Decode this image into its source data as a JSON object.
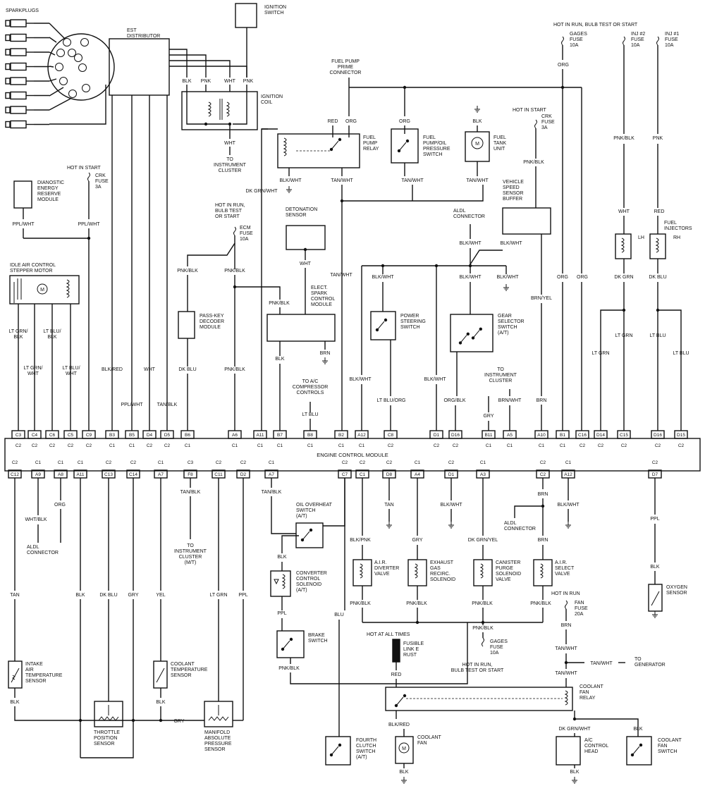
{
  "ecm": {
    "title": "ENGINE CONTROL MODULE",
    "top_pins": [
      {
        "pin": "C3",
        "conn": "C2"
      },
      {
        "pin": "C4",
        "conn": "C2"
      },
      {
        "pin": "C6",
        "conn": "C2"
      },
      {
        "pin": "C5",
        "conn": "C2"
      },
      {
        "pin": "C9",
        "conn": "C2"
      },
      {
        "pin": "B3",
        "conn": "C1"
      },
      {
        "pin": "B5",
        "conn": "C1"
      },
      {
        "pin": "D4",
        "conn": "C2"
      },
      {
        "pin": "D5",
        "conn": "C2"
      },
      {
        "pin": "B6",
        "conn": "C1"
      },
      {
        "pin": "A6",
        "conn": "C1"
      },
      {
        "pin": "A11",
        "conn": "C1"
      },
      {
        "pin": "B7",
        "conn": "C1"
      },
      {
        "pin": "B8",
        "conn": "C1"
      },
      {
        "pin": "B2",
        "conn": "C1"
      },
      {
        "pin": "A12",
        "conn": "C1"
      },
      {
        "pin": "C8",
        "conn": "C2"
      },
      {
        "pin": "D1",
        "conn": "C2"
      },
      {
        "pin": "D16",
        "conn": "C2"
      },
      {
        "pin": "B11",
        "conn": "C1"
      },
      {
        "pin": "A5",
        "conn": "C1"
      },
      {
        "pin": "A10",
        "conn": "C1"
      },
      {
        "pin": "B1",
        "conn": "C1"
      },
      {
        "pin": "C16",
        "conn": "C2"
      },
      {
        "pin": "D14",
        "conn": "C2"
      },
      {
        "pin": "C15",
        "conn": "C2"
      },
      {
        "pin": "D16",
        "conn": "C2"
      },
      {
        "pin": "D15",
        "conn": "C2"
      }
    ],
    "bottom_pins": [
      {
        "pin": "C12",
        "conn": "C2"
      },
      {
        "pin": "A9",
        "conn": "C1"
      },
      {
        "pin": "A8",
        "conn": "C1"
      },
      {
        "pin": "A11",
        "conn": "C1"
      },
      {
        "pin": "C13",
        "conn": "C2"
      },
      {
        "pin": "C14",
        "conn": "C2"
      },
      {
        "pin": "A7",
        "conn": "C1"
      },
      {
        "pin": "F8",
        "conn": "C3"
      },
      {
        "pin": "C11",
        "conn": "C2"
      },
      {
        "pin": "D2",
        "conn": "C2"
      },
      {
        "pin": "A7",
        "conn": "C1"
      },
      {
        "pin": "C7",
        "conn": "C2"
      },
      {
        "pin": "C1",
        "conn": "C2"
      },
      {
        "pin": "D8",
        "conn": "C2"
      },
      {
        "pin": "A4",
        "conn": "C1"
      },
      {
        "pin": "D1",
        "conn": "C2"
      },
      {
        "pin": "A3",
        "conn": "C1"
      },
      {
        "pin": "C2",
        "conn": "C2"
      },
      {
        "pin": "A12",
        "conn": "C1"
      },
      {
        "pin": "D7",
        "conn": "C2"
      }
    ]
  },
  "labels": {
    "sparkplugs": "SPARKPLUGS",
    "est_distributor": [
      "EST",
      "DISTRIBUTOR"
    ],
    "ignition_switch": [
      "IGNITION",
      "SWITCH"
    ],
    "ignition_coil": [
      "IGNITION",
      "COIL"
    ],
    "to_instrument_cluster_top": [
      "TO",
      "INSTRUMENT",
      "CLUSTER"
    ],
    "fuel_pump_prime": [
      "FUEL PUMP",
      "PRIME",
      "CONNECTOR"
    ],
    "fuel_pump_relay": [
      "FUEL",
      "PUMP",
      "RELAY"
    ],
    "fuel_pump_oil_switch": [
      "FUEL",
      "PUMP/OIL",
      "PRESSURE",
      "SWITCH"
    ],
    "fuel_tank_unit": [
      "FUEL",
      "TANK",
      "UNIT"
    ],
    "hot_in_run_top": "HOT IN RUN, BULB TEST OR START",
    "gages_fuse": [
      "GAGES",
      "FUSE",
      "10A"
    ],
    "inj2_fuse": [
      "INJ #2",
      "FUSE",
      "10A"
    ],
    "inj1_fuse": [
      "INJ #1",
      "FUSE",
      "10A"
    ],
    "hot_in_start_crk_right": "HOT IN START",
    "crk_fuse_right": [
      "CRK",
      "FUSE",
      "3A"
    ],
    "vss_buffer": [
      "VEHICLE",
      "SPEED",
      "SENSOR",
      "BUFFER"
    ],
    "hot_in_start_left": "HOT IN START",
    "crk_fuse_left": [
      "CRK",
      "FUSE",
      "3A"
    ],
    "diag_energy": [
      "DIANOSTIC",
      "ENERGY",
      "RESERVE",
      "MODULE"
    ],
    "hot_in_run_ecm": [
      "HOT IN RUN,",
      "BULB TEST",
      "OR START"
    ],
    "ecm_fuse": [
      "ECM",
      "FUSE",
      "10A"
    ],
    "detonation_sensor": [
      "DETONATION",
      "SENSOR"
    ],
    "aldl_connector_top": [
      "ALDL",
      "CONNECTOR"
    ],
    "iac_motor": [
      "IDLE AIR CONTROL",
      "STEPPER MOTOR"
    ],
    "pass_key": [
      "PASS-KEY",
      "DECODER",
      "MODULE"
    ],
    "est_module": [
      "ELECT.",
      "SPARK",
      "CONTROL",
      "MODULE"
    ],
    "power_steering": [
      "POWER",
      "STEERING",
      "SWITCH"
    ],
    "gear_selector": [
      "GEAR",
      "SELECTOR",
      "SWITCH",
      "(A/T)"
    ],
    "fuel_injectors": [
      "FUEL",
      "INJECTORS"
    ],
    "lh": "LH",
    "rh": "RH",
    "to_ac_compressor": [
      "TO A/C",
      "COMPRESSOR",
      "CONTROLS"
    ],
    "to_instrument_cluster_right": [
      "TO",
      "INSTRUMENT",
      "CLUSTER"
    ],
    "aldl_connector_bottom": [
      "ALDL",
      "CONNECTOR"
    ],
    "to_instrument_cluster_mt": [
      "TO",
      "INSTRUMENT",
      "CLUSTER",
      "(M/T)"
    ],
    "oil_overheat": [
      "OIL OVERHEAT",
      "SWITCH",
      "(A/T)"
    ],
    "converter_clutch": [
      "CONVERTER",
      "CONTROL",
      "SOLENOID",
      "(A/T)"
    ],
    "air_diverter": [
      "A.I.R.",
      "DIVERTER",
      "VALVE"
    ],
    "egr_solenoid": [
      "EXHAUST",
      "GAS",
      "RECIRC.",
      "SOLENOID"
    ],
    "canister_purge": [
      "CANISTER",
      "PURGE",
      "SOLENOID",
      "VALVE"
    ],
    "air_select": [
      "A.I.R.",
      "SELECT",
      "VALVE"
    ],
    "aldl_connector_mid": [
      "ALDL",
      "CONNECTOR"
    ],
    "hot_in_run_fan": "HOT IN RUN",
    "fan_fuse": [
      "FAN",
      "FUSE",
      "20A"
    ],
    "oxygen_sensor": [
      "OXYGEN",
      "SENSOR"
    ],
    "brake_switch": [
      "BRAKE",
      "SWITCH"
    ],
    "hot_at_all_times": "HOT AT ALL TIMES",
    "fusible_link": [
      "FUSIBLE",
      "LINK E",
      "RUST"
    ],
    "gages_fuse_bottom": [
      "GAGES",
      "FUSE",
      "10A"
    ],
    "hot_in_run_bulb": [
      "HOT IN RUN,",
      "BULB TEST OR START"
    ],
    "to_generator": [
      "TO",
      "GENERATOR"
    ],
    "coolant_fan_relay": [
      "COOLANT",
      "FAN",
      "RELAY"
    ],
    "intake_air_temp": [
      "INTAKE",
      "AIR",
      "TEMPERATURE",
      "SENSOR"
    ],
    "coolant_temp": [
      "COOLANT",
      "TEMPERATURE",
      "SENSOR"
    ],
    "throttle_position": [
      "THROTTLE",
      "POSITION",
      "SENSOR"
    ],
    "map_sensor": [
      "MANIFOLD",
      "ABSOLUTE",
      "PRESSURE",
      "SENSOR"
    ],
    "fourth_clutch": [
      "FOURTH",
      "CLUTCH",
      "SWITCH",
      "(A/T)"
    ],
    "coolant_fan": [
      "COOLANT",
      "FAN"
    ],
    "ac_control_head": [
      "A/C",
      "CONTROL",
      "HEAD"
    ],
    "coolant_fan_switch": [
      "COOLANT",
      "FAN",
      "SWITCH"
    ]
  },
  "wires": {
    "blk": "BLK",
    "pnk": "PNK",
    "wht": "WHT",
    "red": "RED",
    "org": "ORG",
    "tan": "TAN",
    "gry": "GRY",
    "yel": "YEL",
    "ppl": "PPL",
    "brn": "BRN",
    "blu": "BLU",
    "dk_blu": "DK BLU",
    "lt_grn": "LT GRN",
    "lt_blu": "LT BLU",
    "dk_grn": "DK GRN",
    "pnk_blk": "PNK/BLK",
    "blk_wht": "BLK/WHT",
    "tan_wht": "TAN/WHT",
    "blk_red": "BLK/RED",
    "ppl_wht": "PPL/WHT",
    "tan_blk": "TAN/BLK",
    "dk_grn_wht": "DK GRN/WHT",
    "brn_yel": "BRN/YEL",
    "lt_grn_blk": [
      "LT GRN/",
      "BLK"
    ],
    "lt_grn_wht": [
      "LT GRN/",
      "WHT"
    ],
    "lt_blu_blk": [
      "LT BLU/",
      "BLK"
    ],
    "lt_blu_wht": [
      "LT BLU/",
      "WHT"
    ],
    "lt_blu_org": "LT BLU/ORG",
    "org_blk": "ORG/BLK",
    "brn_wht": "BRN/WHT",
    "wht_blk": "WHT/BLK",
    "blk_pnk": "BLK/PNK",
    "dk_grn_yel": "DK GRN/YEL"
  }
}
